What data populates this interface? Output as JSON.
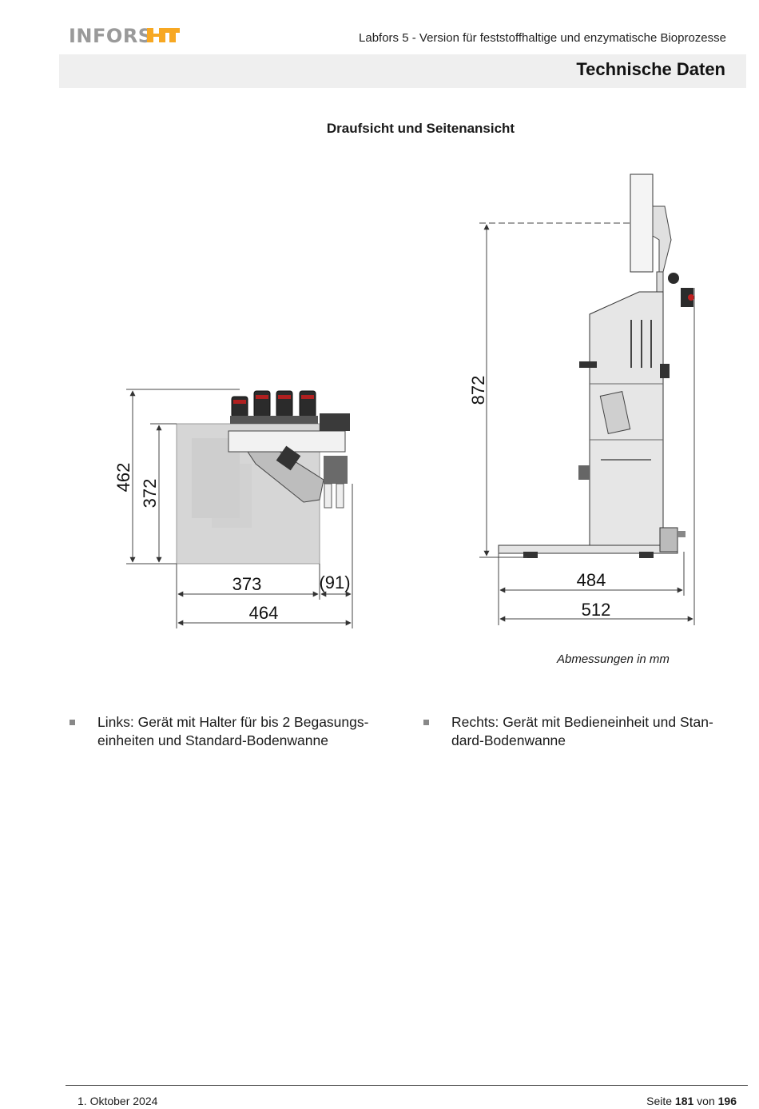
{
  "header": {
    "logo_text": "INFORS",
    "logo_mark": "HT",
    "brand_color": "#f7a823",
    "doc_subtitle": "Labfors 5 - Version für feststoffhaltige und enzymatische Bioprozesse",
    "section_title": "Technische Daten"
  },
  "figure": {
    "title": "Draufsicht und Seitenansicht",
    "left_view": {
      "height_outer": "462",
      "height_inner": "372",
      "width_base": "373",
      "width_extra": "(91)",
      "width_total": "464"
    },
    "right_view": {
      "height": "872",
      "width_inner": "484",
      "width_total": "512"
    },
    "caption": "Abmessungen in mm"
  },
  "bullets": [
    {
      "text": "Links: Gerät mit Halter für bis 2 Begasungs- einheiten und Standard-Bodenwanne"
    },
    {
      "text": "Rechts: Gerät mit Bedieneinheit und Stan- dard-Bodenwanne"
    }
  ],
  "footer": {
    "date": "1. Oktober 2024",
    "page_prefix": "Seite",
    "page_current": "181",
    "page_mid": "von",
    "page_total": "196"
  }
}
